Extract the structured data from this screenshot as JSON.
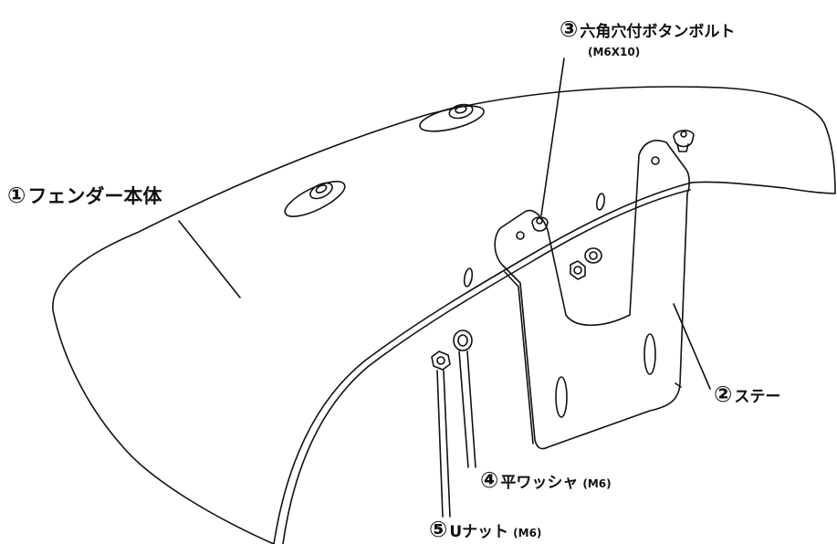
{
  "diagram": {
    "parts": [
      {
        "id": "fender",
        "number": "①",
        "name": "フェンダー本体"
      },
      {
        "id": "stay",
        "number": "②",
        "name": "ステー"
      },
      {
        "id": "bolt",
        "number": "③",
        "name": "六角穴付ボタンボルト",
        "spec": "(M6X10)"
      },
      {
        "id": "washer",
        "number": "④",
        "name": "平ワッシャ",
        "spec": "(M6)"
      },
      {
        "id": "nut",
        "number": "⑤",
        "name": "Uナット",
        "spec": "(M6)"
      }
    ],
    "colors": {
      "line": "#111111",
      "background": "#ffffff"
    }
  }
}
